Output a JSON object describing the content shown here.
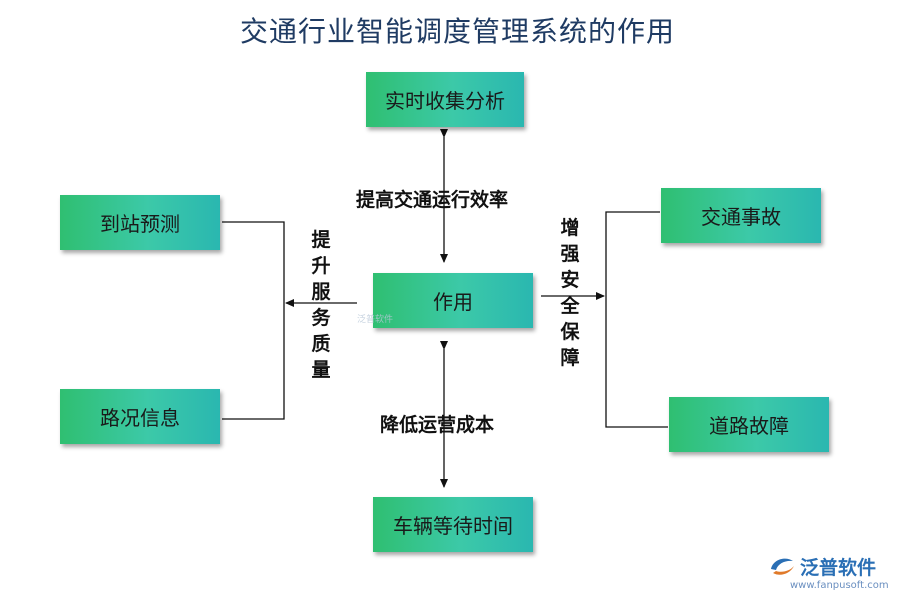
{
  "title": "交通行业智能调度管理系统的作用",
  "nodes": {
    "center": "作用",
    "top": "实时收集分析",
    "bottom": "车辆等待时间",
    "left_top": "到站预测",
    "left_bottom": "路况信息",
    "right_top": "交通事故",
    "right_bottom": "道路故障"
  },
  "edge_labels": {
    "top": "提高交通运行效率",
    "bottom": "降低运营成本",
    "left": [
      "提",
      "升",
      "服",
      "务",
      "质",
      "量"
    ],
    "right": [
      "增",
      "强",
      "安",
      "全",
      "保",
      "障"
    ]
  },
  "watermark": "泛普软件",
  "logo": {
    "icon": "fanpu-logo-icon",
    "text": "泛普软件",
    "url": "www.fanpusoft.com"
  },
  "colors": {
    "box_start": "#2fbf71",
    "box_end": "#2ab7b0",
    "title": "#1f3b63",
    "logo": "#2a6fb5"
  }
}
